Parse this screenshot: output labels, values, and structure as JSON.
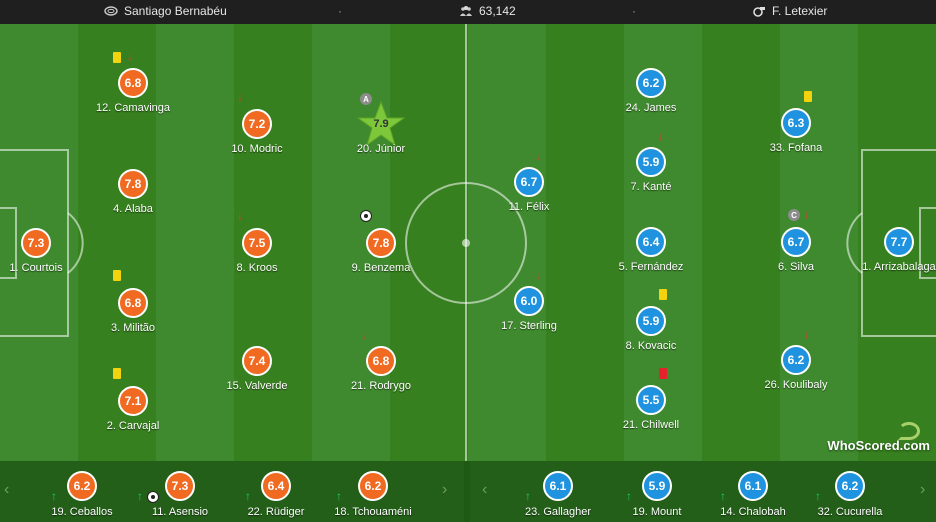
{
  "header": {
    "stadium": "Santiago Bernabéu",
    "attendance": "63,142",
    "referee": "F. Letexier",
    "stadium_icon": "stadium-icon",
    "attendance_icon": "crowd-icon",
    "referee_icon": "whistle-icon"
  },
  "colors": {
    "home": "#f06a22",
    "away": "#1f93e0",
    "pitch": "#3f8a2e",
    "best_player_star": "#7cc83a",
    "sub_in": "#18d04a",
    "sub_out": "#e6362b"
  },
  "home_players": [
    {
      "name": "12. Camavinga",
      "rating": "6.8"
    },
    {
      "name": "10. Modric",
      "rating": "7.2"
    },
    {
      "name": "20. Júnior",
      "rating": "7.9"
    },
    {
      "name": "4. Alaba",
      "rating": "7.8"
    },
    {
      "name": "1. Courtois",
      "rating": "7.3"
    },
    {
      "name": "8. Kroos",
      "rating": "7.5"
    },
    {
      "name": "9. Benzema",
      "rating": "7.8"
    },
    {
      "name": "3. Militão",
      "rating": "6.8"
    },
    {
      "name": "15. Valverde",
      "rating": "7.4"
    },
    {
      "name": "21. Rodrygo",
      "rating": "6.8"
    },
    {
      "name": "2. Carvajal",
      "rating": "7.1"
    }
  ],
  "away_players": [
    {
      "name": "24. James",
      "rating": "6.2"
    },
    {
      "name": "33. Fofana",
      "rating": "6.3"
    },
    {
      "name": "11. Félix",
      "rating": "6.7"
    },
    {
      "name": "7. Kanté",
      "rating": "5.9"
    },
    {
      "name": "5. Fernández",
      "rating": "6.4"
    },
    {
      "name": "6. Silva",
      "rating": "6.7"
    },
    {
      "name": "1. Arrizabalaga",
      "rating": "7.7"
    },
    {
      "name": "17. Sterling",
      "rating": "6.0"
    },
    {
      "name": "8. Kovacic",
      "rating": "5.9"
    },
    {
      "name": "26. Koulibaly",
      "rating": "6.2"
    },
    {
      "name": "21. Chilwell",
      "rating": "5.5"
    }
  ],
  "markers": {
    "captain": "C",
    "assist": "A"
  },
  "home_subs": [
    {
      "name": "19. Ceballos",
      "rating": "6.2"
    },
    {
      "name": "11. Asensio",
      "rating": "7.3"
    },
    {
      "name": "22. Rüdiger",
      "rating": "6.4"
    },
    {
      "name": "18. Tchouaméni",
      "rating": "6.2"
    }
  ],
  "away_subs": [
    {
      "name": "23. Gallagher",
      "rating": "6.1"
    },
    {
      "name": "19. Mount",
      "rating": "5.9"
    },
    {
      "name": "14. Chalobah",
      "rating": "6.1"
    },
    {
      "name": "32. Cucurella",
      "rating": "6.2"
    }
  ],
  "nav": {
    "prev": "‹",
    "next": "›"
  },
  "logo": {
    "text": "WhoScored.com"
  }
}
